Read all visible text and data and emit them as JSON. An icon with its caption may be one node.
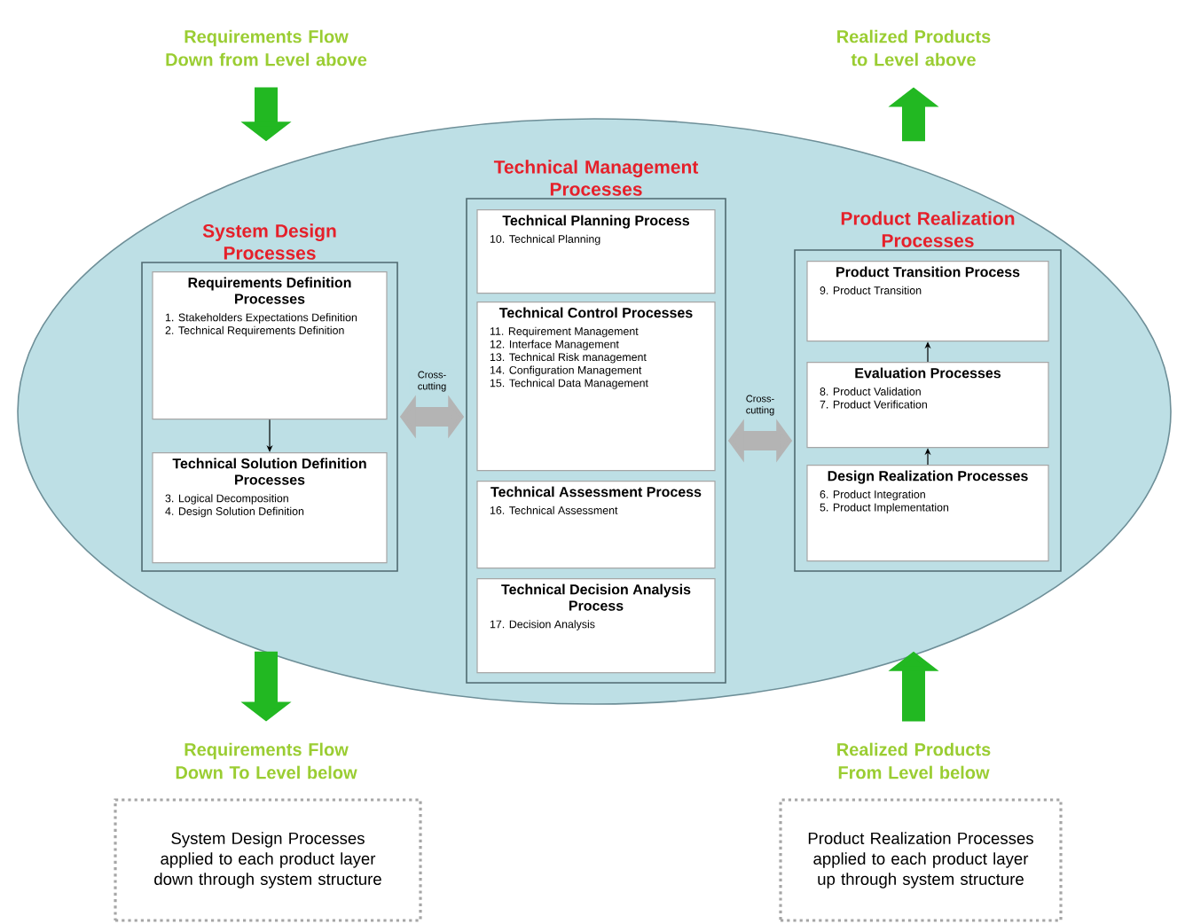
{
  "diagram": {
    "nodes": [
      {
        "text": [
          "Requirements Flow Down from Level above"
        ]
      },
      {
        "text": [
          "Realized Products to Level above"
        ]
      },
      {
        "text": [],
        "shape": "ellipse"
      },
      {
        "text": [
          "System Design Processes"
        ],
        "in": 2
      },
      {
        "text": [
          "Requirements Definition Processes",
          "1. Stakeholders Expectations Definition",
          "2. Technical Requirements Definition"
        ],
        "in": 3
      },
      {
        "text": [
          "Technical Solution Definition Processes",
          "3. Logical Decomposition",
          "4. Design Solution Definition"
        ],
        "in": 3
      },
      {
        "text": [
          "Technical Management Processes"
        ],
        "in": 2
      },
      {
        "text": [
          "Technical Planning Process",
          "10. Technical Planning"
        ],
        "in": 6
      },
      {
        "text": [
          "Technical Control Processes",
          "11. Requirement Management",
          "12. Interface Management",
          "13. Technical Risk management",
          "14. Configuration Management",
          "15. Technical Data Management"
        ],
        "in": 6
      },
      {
        "text": [
          "Technical Assessment Process",
          "16. Technical Assessment"
        ],
        "in": 6
      },
      {
        "text": [
          "Technical Decision Analysis Process",
          "17. Decision Analysis"
        ],
        "in": 6
      },
      {
        "text": [
          "Product Realization Processes"
        ],
        "in": 2
      },
      {
        "text": [
          "Product Transition Process",
          "9. Product Transition"
        ],
        "in": 11
      },
      {
        "text": [
          "Evaluation Processes",
          "8. Product Validation",
          "7. Product Verification"
        ],
        "in": 11
      },
      {
        "text": [
          "Design Realization Processes",
          "6. Product Integration",
          "5. Product Implementation"
        ],
        "in": 11
      },
      {
        "text": [
          "Requirements Flow Down To Level below"
        ]
      },
      {
        "text": [
          "Realized Products From Level below"
        ]
      },
      {
        "text": [
          "System Design Processes applied to each product layer down through system structure"
        ]
      },
      {
        "text": [
          "Product Realization Processes applied to each product layer up through system structure"
        ]
      }
    ],
    "edges": [
      {
        "from": 0,
        "to": 2,
        "arrow": "to",
        "color": "#22b822"
      },
      {
        "from": 2,
        "to": 1,
        "arrow": "to",
        "color": "#22b822"
      },
      {
        "from": 4,
        "to": 5,
        "arrow": "to",
        "color": "#000000"
      },
      {
        "from": 3,
        "to": 6,
        "arrow": "both",
        "label": "Cross-cutting",
        "color": "#b4b4b4"
      },
      {
        "from": 6,
        "to": 11,
        "arrow": "both",
        "label": "Cross-cutting",
        "color": "#b4b4b4"
      },
      {
        "from": 14,
        "to": 13,
        "arrow": "to",
        "color": "#000000"
      },
      {
        "from": 13,
        "to": 12,
        "arrow": "to",
        "color": "#000000"
      },
      {
        "from": 2,
        "to": 15,
        "arrow": "to",
        "color": "#22b822"
      },
      {
        "from": 16,
        "to": 2,
        "arrow": "to",
        "color": "#22b822"
      }
    ]
  }
}
